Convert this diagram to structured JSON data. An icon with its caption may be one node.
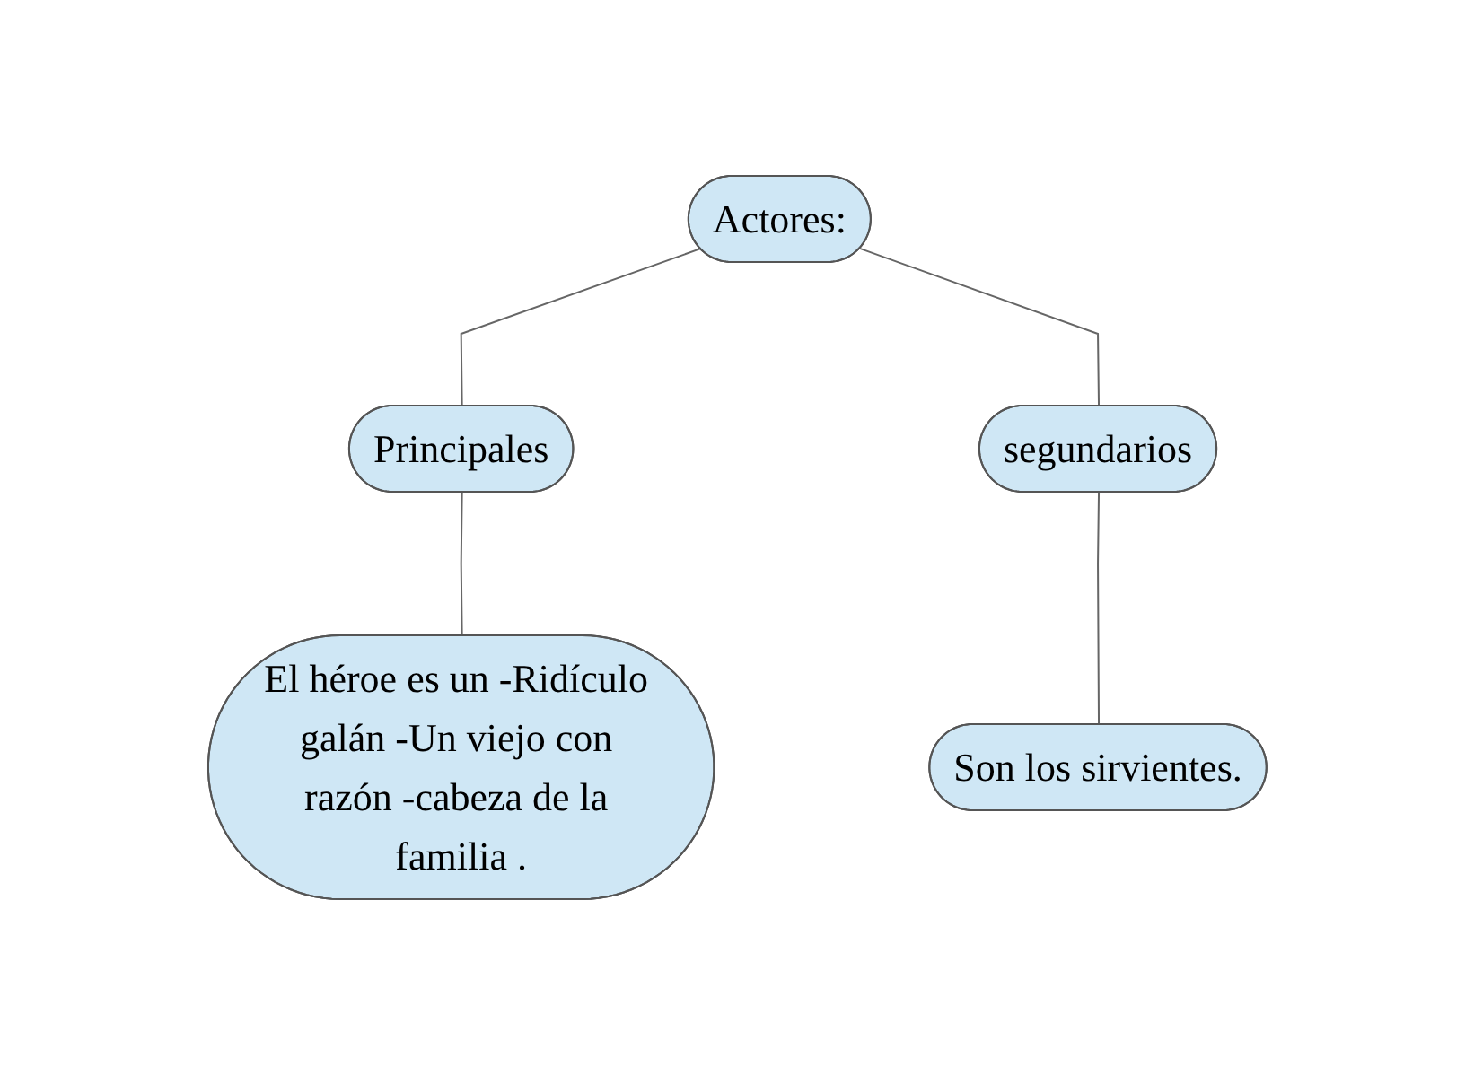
{
  "diagram": {
    "nodes": [
      {
        "text": [
          "Actores:"
        ]
      },
      {
        "text": [
          "Principales"
        ]
      },
      {
        "text": [
          "segundarios"
        ]
      },
      {
        "text": [
          "El héroe es un -Ridículo galán -Un viejo con razón -cabeza de la familia ."
        ]
      },
      {
        "text": [
          "Son los sirvientes."
        ]
      }
    ],
    "edges": [
      {
        "from": 0,
        "to": 1,
        "arrow": "none"
      },
      {
        "from": 0,
        "to": 2,
        "arrow": "none"
      },
      {
        "from": 1,
        "to": 3,
        "arrow": "none"
      },
      {
        "from": 2,
        "to": 4,
        "arrow": "none"
      }
    ]
  }
}
